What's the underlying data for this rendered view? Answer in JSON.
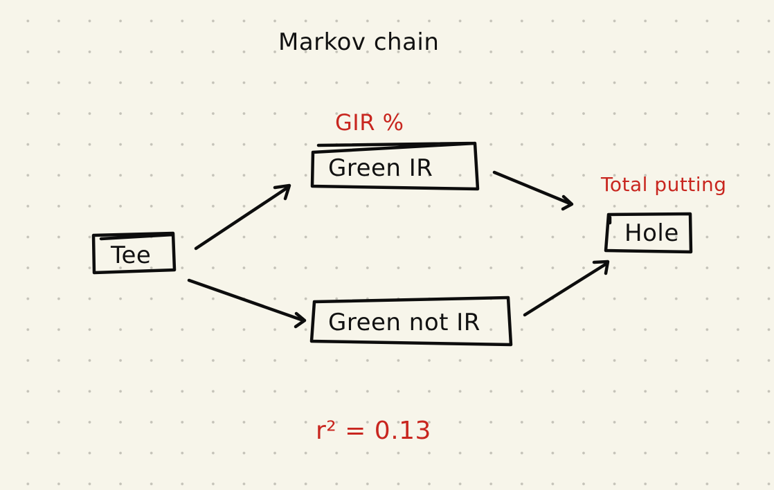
{
  "title": "Markov chain",
  "nodes": {
    "tee": "Tee",
    "green_ir": "Green IR",
    "green_not_ir": "Green not IR",
    "hole": "Hole"
  },
  "annotations": {
    "gir_percent": "GIR %",
    "total_putting": "Total putting",
    "r_squared": "r² = 0.13"
  },
  "colors": {
    "ink": "#0d0d0d",
    "red_annotation": "#c8261f",
    "paper": "#f7f5ea",
    "dot_grid": "#c4c2b8"
  }
}
